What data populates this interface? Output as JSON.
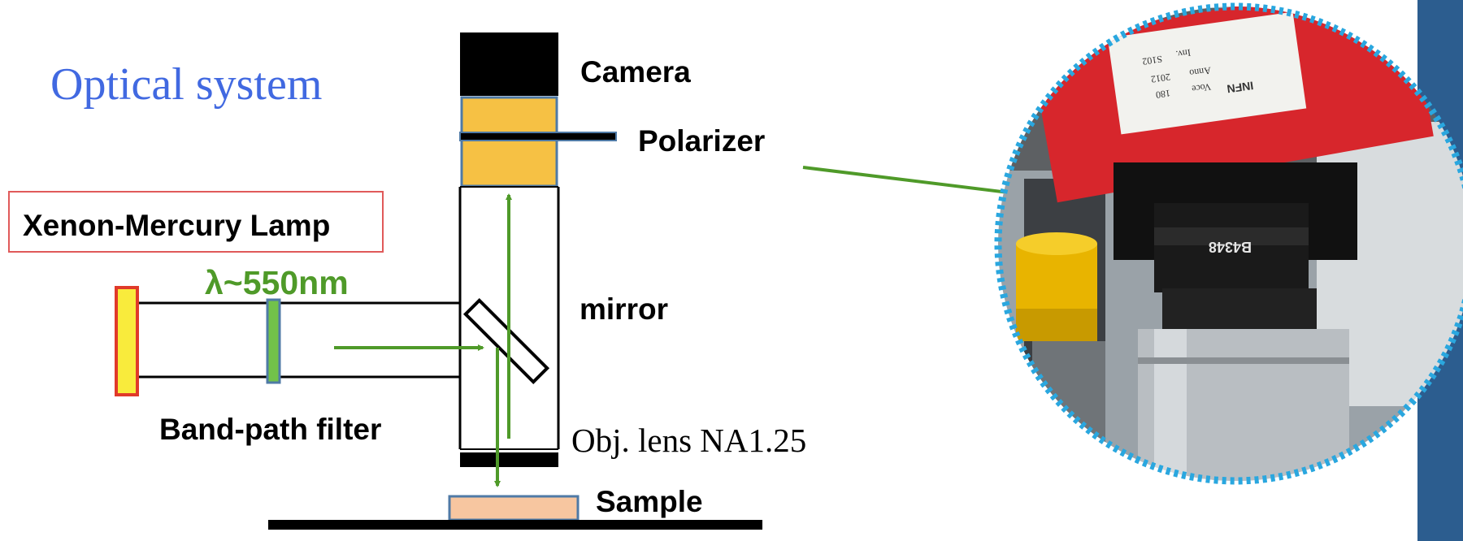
{
  "title": "Optical system",
  "labels": {
    "camera": "Camera",
    "polarizer": "Polarizer",
    "lamp": "Xenon-Mercury Lamp",
    "wavelength": "λ~550nm",
    "mirror": "mirror",
    "filter": "Band-path filter",
    "objective": "Obj. lens NA1.25",
    "sample": "Sample"
  },
  "photo": {
    "lens_marking": "B4348",
    "sticker_brand": "INFN",
    "sticker_lines": [
      "Inv.",
      "S102",
      "Anno",
      "2012",
      "Voce",
      "180"
    ]
  },
  "colors": {
    "title": "#4169e1",
    "arrow": "#4f9a29",
    "camera_body": "#f6c144",
    "lamp_fill": "#f9eb3c",
    "lamp_border": "#e03a2a",
    "filter_fill": "#72c24a",
    "filter_border": "#4f7aa6",
    "sample_fill": "#f7c6a0",
    "lamp_label_border": "#e05a5a",
    "photo_ring": "#2aa7df",
    "side_bar": "#2c5d8f"
  }
}
